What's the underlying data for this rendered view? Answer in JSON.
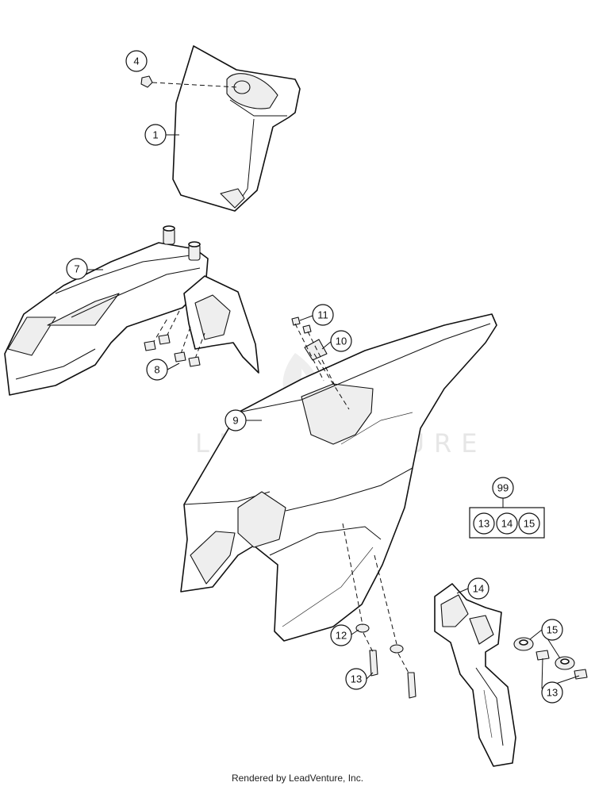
{
  "watermark": {
    "text": "LEADVENTURE"
  },
  "callouts": {
    "c1": "1",
    "c4": "4",
    "c7": "7",
    "c8": "8",
    "c9": "9",
    "c10": "10",
    "c11": "11",
    "c12": "12",
    "c13a": "13",
    "c13b": "13",
    "c14": "14",
    "c15": "15",
    "c99": "99"
  },
  "kit": {
    "label": "99",
    "items": [
      "13",
      "14",
      "15"
    ]
  },
  "footer": {
    "text": "Rendered by LeadVenture, Inc."
  }
}
